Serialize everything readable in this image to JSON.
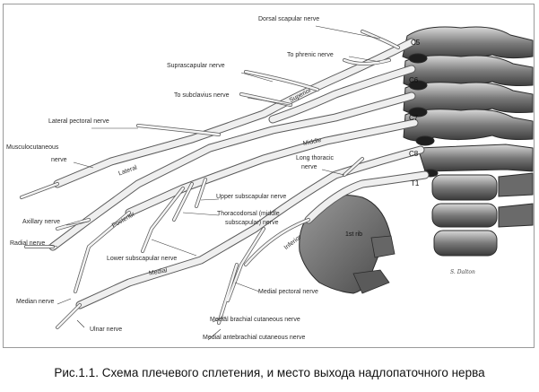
{
  "caption": "Рис.1.1. Схема плечевого сплетения, и место выхода надлопаточного нерва",
  "signature": "S. Dalton",
  "labels": {
    "dorsal_scapular": "Dorsal scapular nerve",
    "to_phrenic": "To phrenic nerve",
    "suprascapular": "Suprascapular nerve",
    "to_subclavius": "To subclavius nerve",
    "lateral_pectoral": "Lateral pectoral nerve",
    "musculocutaneous_1": "Musculocutaneous",
    "musculocutaneous_2": "nerve",
    "long_thoracic_1": "Long thoracic",
    "long_thoracic_2": "nerve",
    "upper_subscapular": "Upper subscapular nerve",
    "thoracodorsal_1": "Thoracodorsal (middle",
    "thoracodorsal_2": "subscapular) nerve",
    "axillary": "Axillary nerve",
    "radial": "Radial nerve",
    "lower_subscapular": "Lower subscapular nerve",
    "median": "Median nerve",
    "medial_pectoral": "Medial pectoral nerve",
    "ulnar": "Ulnar nerve",
    "medial_brachial": "Medial brachial cutaneous nerve",
    "medial_antebrachial": "Medial antebrachial cutaneous nerve",
    "first_rib": "1st rib"
  },
  "trunk_labels": {
    "superior": "Superior",
    "middle": "Middle",
    "inferior": "Inferior"
  },
  "cord_labels": {
    "lateral": "Lateral",
    "posterior": "Posterior",
    "medial": "Medial"
  },
  "root_labels": {
    "c5": "C5",
    "c6": "C6",
    "c7": "C7",
    "c8": "C8",
    "t1": "T1"
  }
}
